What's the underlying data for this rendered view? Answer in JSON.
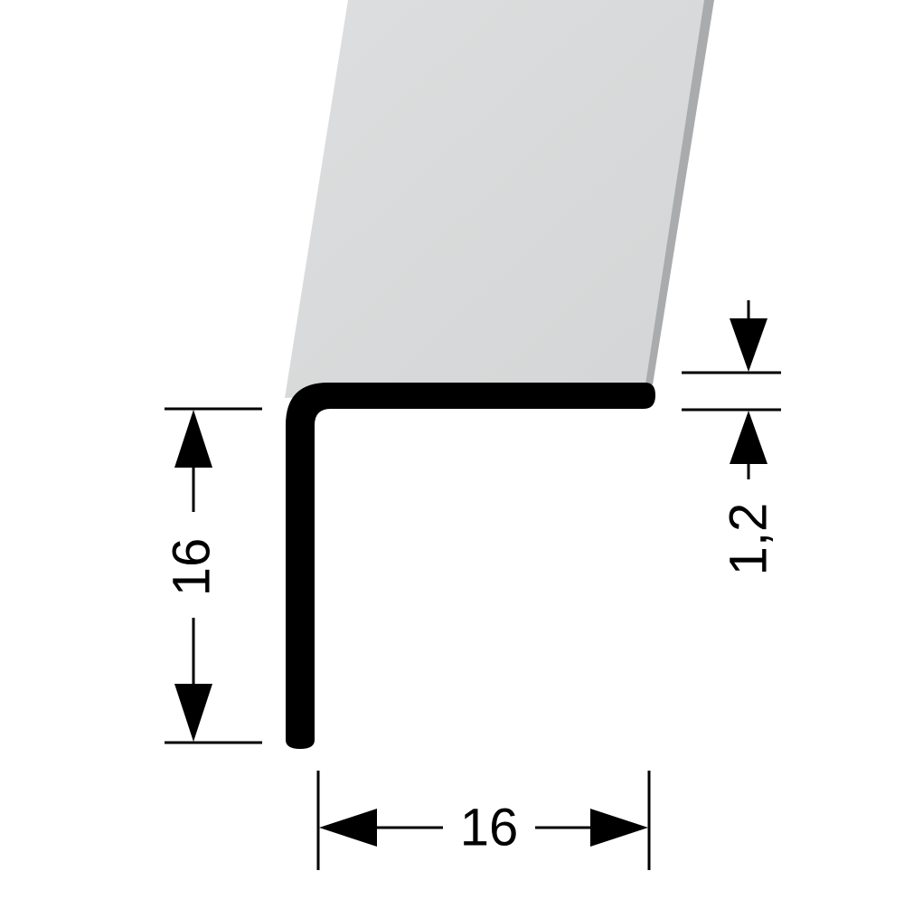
{
  "drawing": {
    "dimensions": {
      "height": "16",
      "width": "16",
      "thickness": "1,2"
    },
    "colors": {
      "surface": "#d9dbdc",
      "surface_edge": "#a9abad",
      "profile": "#000000",
      "dimension_lines": "#000000",
      "background": "#ffffff"
    }
  }
}
